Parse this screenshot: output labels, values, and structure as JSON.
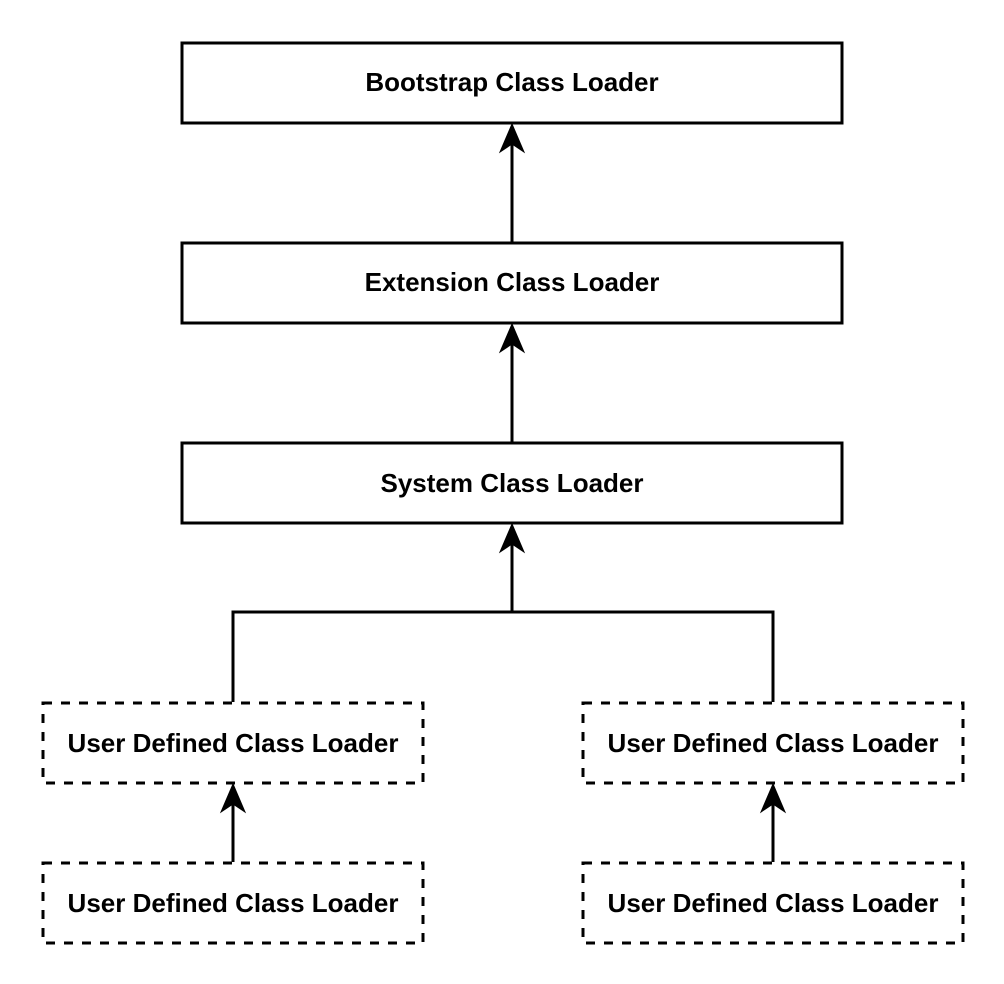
{
  "nodes": {
    "bootstrap": {
      "label": "Bootstrap Class Loader",
      "style": "solid"
    },
    "extension": {
      "label": "Extension Class Loader",
      "style": "solid"
    },
    "system": {
      "label": "System Class Loader",
      "style": "solid"
    },
    "user_left_upper": {
      "label": "User Defined Class Loader",
      "style": "dashed"
    },
    "user_right_upper": {
      "label": "User Defined Class Loader",
      "style": "dashed"
    },
    "user_left_lower": {
      "label": "User Defined Class Loader",
      "style": "dashed"
    },
    "user_right_lower": {
      "label": "User Defined Class Loader",
      "style": "dashed"
    }
  },
  "edges": [
    {
      "from": "extension",
      "to": "bootstrap"
    },
    {
      "from": "system",
      "to": "extension"
    },
    {
      "from": "user_left_upper",
      "to": "system"
    },
    {
      "from": "user_right_upper",
      "to": "system"
    },
    {
      "from": "user_left_lower",
      "to": "user_left_upper"
    },
    {
      "from": "user_right_lower",
      "to": "user_right_upper"
    }
  ],
  "colors": {
    "stroke": "#000000",
    "background": "#ffffff",
    "text": "#000000"
  }
}
